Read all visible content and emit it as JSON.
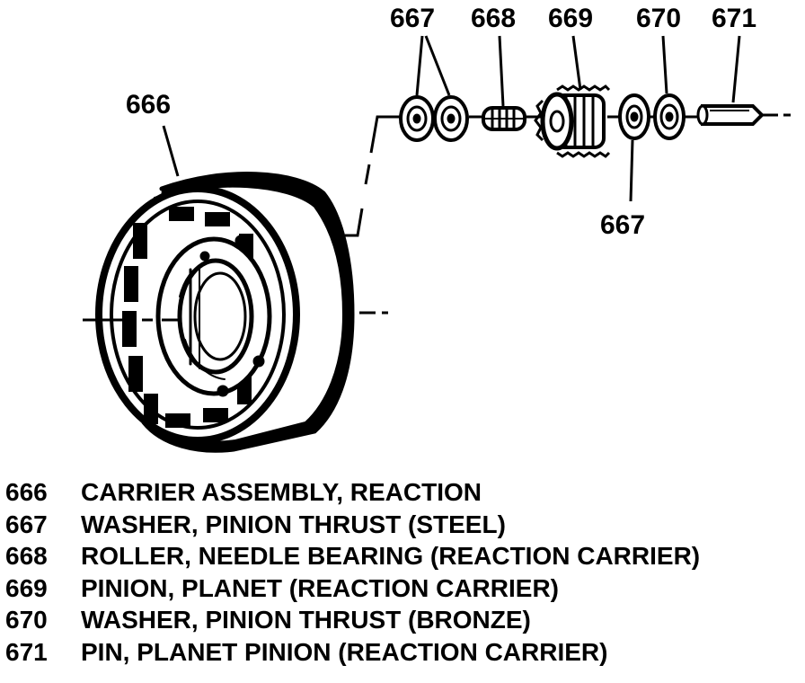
{
  "callouts": {
    "c666": "666",
    "c667a": "667",
    "c668": "668",
    "c669": "669",
    "c670": "670",
    "c671": "671",
    "c667b": "667"
  },
  "legend": [
    {
      "num": "666",
      "desc": "CARRIER ASSEMBLY, REACTION"
    },
    {
      "num": "667",
      "desc": "WASHER, PINION THRUST (STEEL)"
    },
    {
      "num": "668",
      "desc": "ROLLER, NEEDLE BEARING (REACTION CARRIER)"
    },
    {
      "num": "669",
      "desc": "PINION, PLANET (REACTION CARRIER)"
    },
    {
      "num": "670",
      "desc": "WASHER, PINION THRUST (BRONZE)"
    },
    {
      "num": "671",
      "desc": "PIN, PLANET PINION (REACTION CARRIER)"
    }
  ]
}
